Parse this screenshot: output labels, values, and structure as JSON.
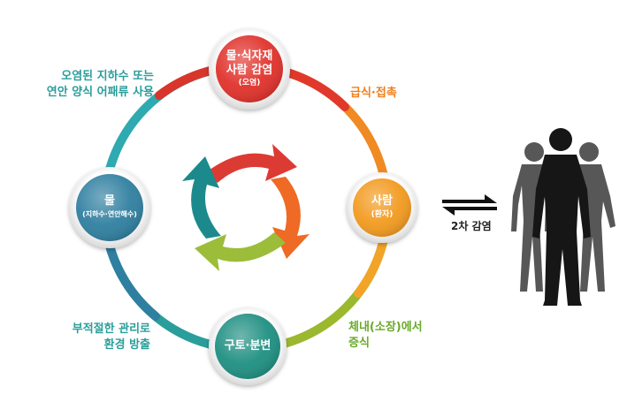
{
  "nodes": {
    "top": {
      "title_line1": "물·식자재",
      "title_line2": "사람 감염",
      "sub": "(오염)",
      "color": "#e0312b"
    },
    "right": {
      "title": "사람",
      "sub": "(환자)",
      "color": "#f29a1f"
    },
    "bottom": {
      "title": "구토·분변",
      "color": "#1f8f82"
    },
    "left": {
      "title": "물",
      "sub": "(지하수·연안해수)",
      "color": "#2f7fa0"
    }
  },
  "annotations": {
    "top_left": {
      "line1": "오염된 지하수 또는",
      "line2": "연안 양식 어패류 사용",
      "color": "#2a9e9b"
    },
    "top_right": {
      "text": "급식·접촉",
      "color": "#f07e1c"
    },
    "bottom_right": {
      "line1": "체내(소장)에서",
      "line2": "증식",
      "color": "#6aaa2a"
    },
    "bottom_left": {
      "line1": "부적절한 관리로",
      "line2": "환경 방출",
      "color": "#2a9e9b"
    }
  },
  "secondary": {
    "label": "2차 감염"
  },
  "colors": {
    "ring_red": "#e03a2c",
    "ring_orange": "#f29a1f",
    "ring_green": "#8ab52d",
    "ring_teal": "#2a9e9b",
    "ring_blue": "#2f7fa0",
    "arrow_red": "#dc3b34",
    "arrow_orange": "#ef6a24",
    "arrow_green": "#9bbd3a",
    "arrow_teal": "#1c8a8c",
    "silhouette": "#2b2b2b"
  },
  "icons": [
    "cycle-arrows-icon",
    "double-arrow-icon",
    "human-silhouettes-icon"
  ]
}
